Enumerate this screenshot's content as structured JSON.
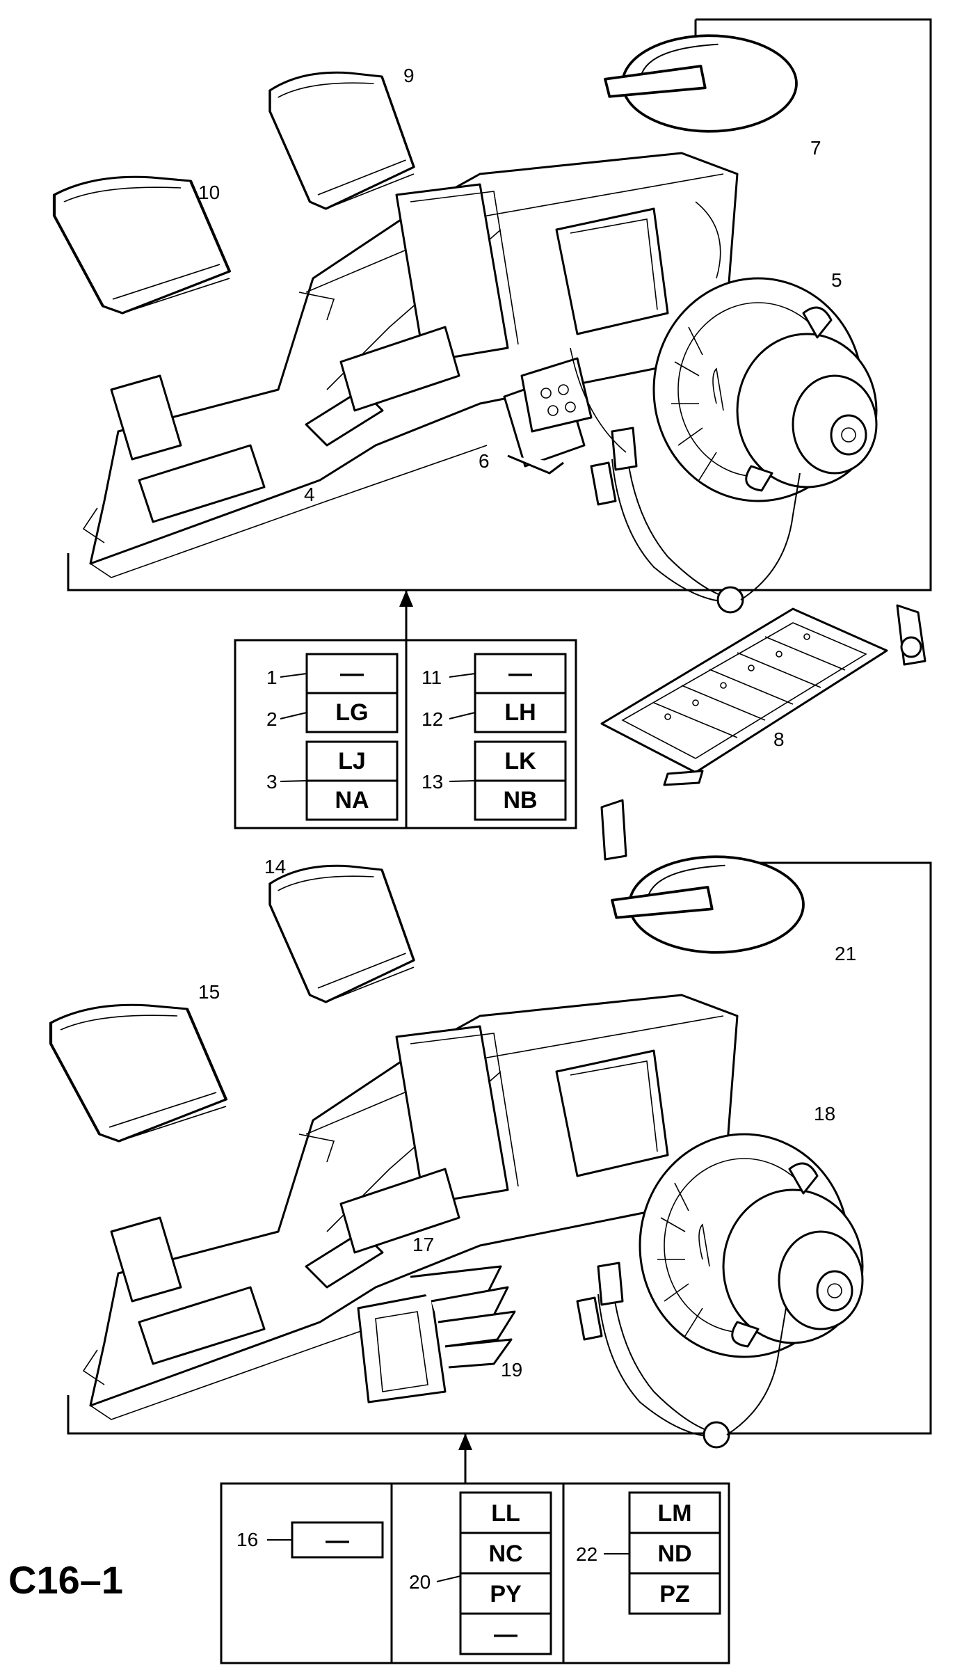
{
  "page_id": "C16–1",
  "callouts": {
    "c1": "1",
    "c2": "2",
    "c3": "3",
    "c4": "4",
    "c5": "5",
    "c6": "6",
    "c7": "7",
    "c8": "8",
    "c9": "9",
    "c10": "10",
    "c11": "11",
    "c12": "12",
    "c13": "13",
    "c14": "14",
    "c15": "15",
    "c16": "16",
    "c17": "17",
    "c18": "18",
    "c19": "19",
    "c20": "20",
    "c21": "21",
    "c22": "22"
  },
  "upper_table": {
    "left": {
      "r1": "—",
      "r2": "LG",
      "r3": "LJ",
      "r4": "NA"
    },
    "right": {
      "r1": "—",
      "r2": "LH",
      "r3": "LK",
      "r4": "NB"
    }
  },
  "lower_table": {
    "box16": "—",
    "col20": {
      "r1": "LL",
      "r2": "NC",
      "r3": "PY",
      "r4": "—"
    },
    "col22": {
      "r1": "LM",
      "r2": "ND",
      "r3": "PZ"
    }
  }
}
